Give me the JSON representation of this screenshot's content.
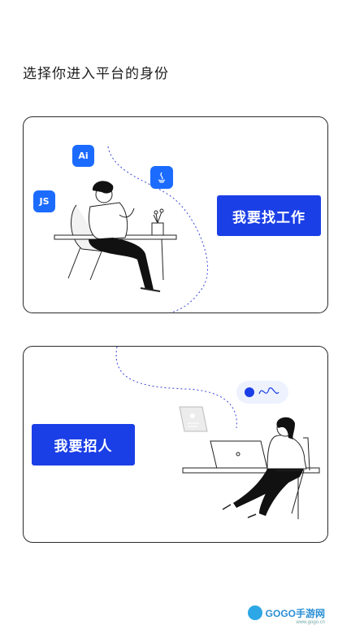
{
  "page": {
    "title": "选择你进入平台的身份"
  },
  "cards": {
    "job_seeker": {
      "button_label": "我要找工作",
      "badges": {
        "ai": "Ai",
        "js": "JS",
        "java": "java-icon"
      }
    },
    "recruiter": {
      "button_label": "我要招人"
    }
  },
  "watermark": {
    "brand": "GOGO手游网",
    "sub": "www.gogo.cn"
  },
  "colors": {
    "accent": "#1b3fe6",
    "badge": "#1b6bff",
    "line": "#3a47d6"
  }
}
